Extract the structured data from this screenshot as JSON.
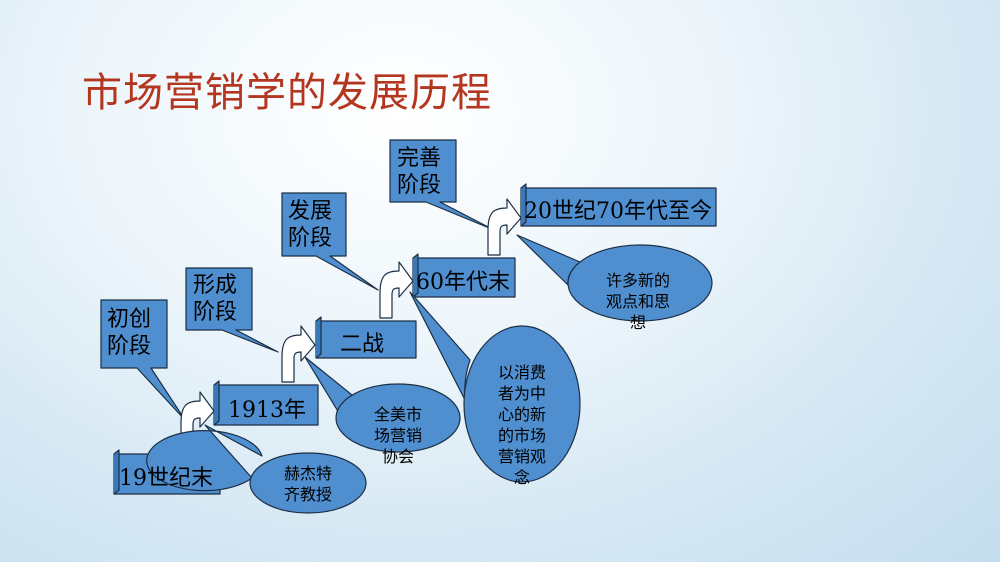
{
  "title": "市场营销学的发展历程",
  "colors": {
    "box_fill": "#4f8fd0",
    "outline": "#1c2f45",
    "title": "#b5361e"
  },
  "stages": [
    {
      "label_lines": [
        "初创",
        "阶段"
      ],
      "box_text": "19世纪末",
      "callout_lines": [
        "赫杰特",
        "齐教授"
      ]
    },
    {
      "label_lines": [
        "形成",
        "阶段"
      ],
      "box_text": "1913年",
      "callout_lines": [
        "全美市",
        "场营销",
        "协会"
      ]
    },
    {
      "label_lines": [
        "发展",
        "阶段"
      ],
      "box_text": "二战",
      "callout_lines": [
        "以消费",
        "者为中",
        "心的新",
        "的市场",
        "营销观",
        "念"
      ]
    },
    {
      "label_lines": [
        "完善",
        "阶段"
      ],
      "box_text": "60年代末",
      "callout_lines": [
        "许多新的",
        "观点和思",
        "想"
      ]
    },
    {
      "label_lines": [],
      "box_text": "20世纪70年代至今",
      "callout_lines": []
    }
  ]
}
